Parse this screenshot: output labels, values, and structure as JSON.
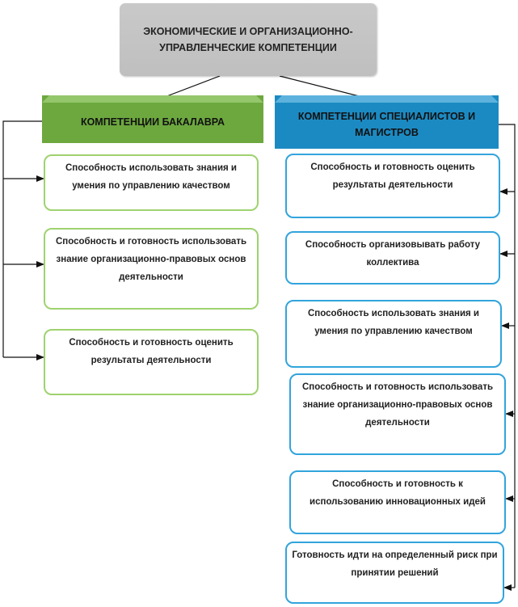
{
  "root": {
    "label": "ЭКОНОМИЧЕСКИЕ И ОРГАНИЗАЦИОННО-УПРАВЛЕНЧЕСКИЕ КОМПЕТЕНЦИИ"
  },
  "categories": {
    "bachelor": {
      "label": "КОМПЕТЕНЦИИ БАКАЛАВРА",
      "color": "#6da83f"
    },
    "specialists": {
      "label": "КОМПЕТЕНЦИИ СПЕЦИАЛИСТОВ И МАГИСТРОВ",
      "color": "#1c8ac2"
    }
  },
  "bachelor_items": [
    "Способность использовать знания и умения по управлению качеством",
    "Способность и готовность использовать знание организационно-правовых основ деятельности",
    "Способность и готовность оценить результаты деятельности"
  ],
  "specialist_items": [
    "Способность и готовность оценить результаты деятельности",
    "Способность организовывать работу коллектива",
    "Способность использовать знания и умения по управлению качеством",
    "Способность и готовность использовать знание организационно-правовых основ деятельности",
    "Способность и готовность к использованию инновационных идей",
    "Готовность идти на определенный риск при принятии решений"
  ],
  "colors": {
    "bachelor_border": "#9fd26f",
    "specialist_border": "#32a4dc",
    "root_fill": "#c4c4c4",
    "connector": "#111111"
  }
}
